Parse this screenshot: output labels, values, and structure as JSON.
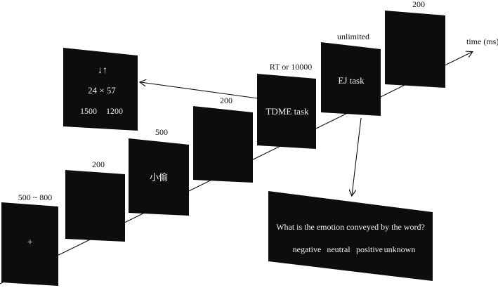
{
  "axis": {
    "label": "time (ms)"
  },
  "screens": [
    {
      "duration": "500 ~ 800",
      "content": "+"
    },
    {
      "duration": "200",
      "content": ""
    },
    {
      "duration": "500",
      "content": "小偷"
    },
    {
      "duration": "200",
      "content": ""
    },
    {
      "duration": "RT or 10000",
      "content": "TDME task"
    },
    {
      "duration": "unlimited",
      "content": "EJ task"
    },
    {
      "duration": "200",
      "content": ""
    }
  ],
  "tdme_panel": {
    "arrows": "↓↑",
    "problem": "24 × 57",
    "options": [
      "1500",
      "1200"
    ]
  },
  "ej_panel": {
    "question": "What is the emotion conveyed by the word?",
    "options": [
      "negative",
      "neutral",
      "positive",
      "unknown"
    ]
  },
  "colors": {
    "screen": "#0d0d0d",
    "screen_text": "#f2f2f2",
    "line": "#111111",
    "background": "#ffffff"
  }
}
